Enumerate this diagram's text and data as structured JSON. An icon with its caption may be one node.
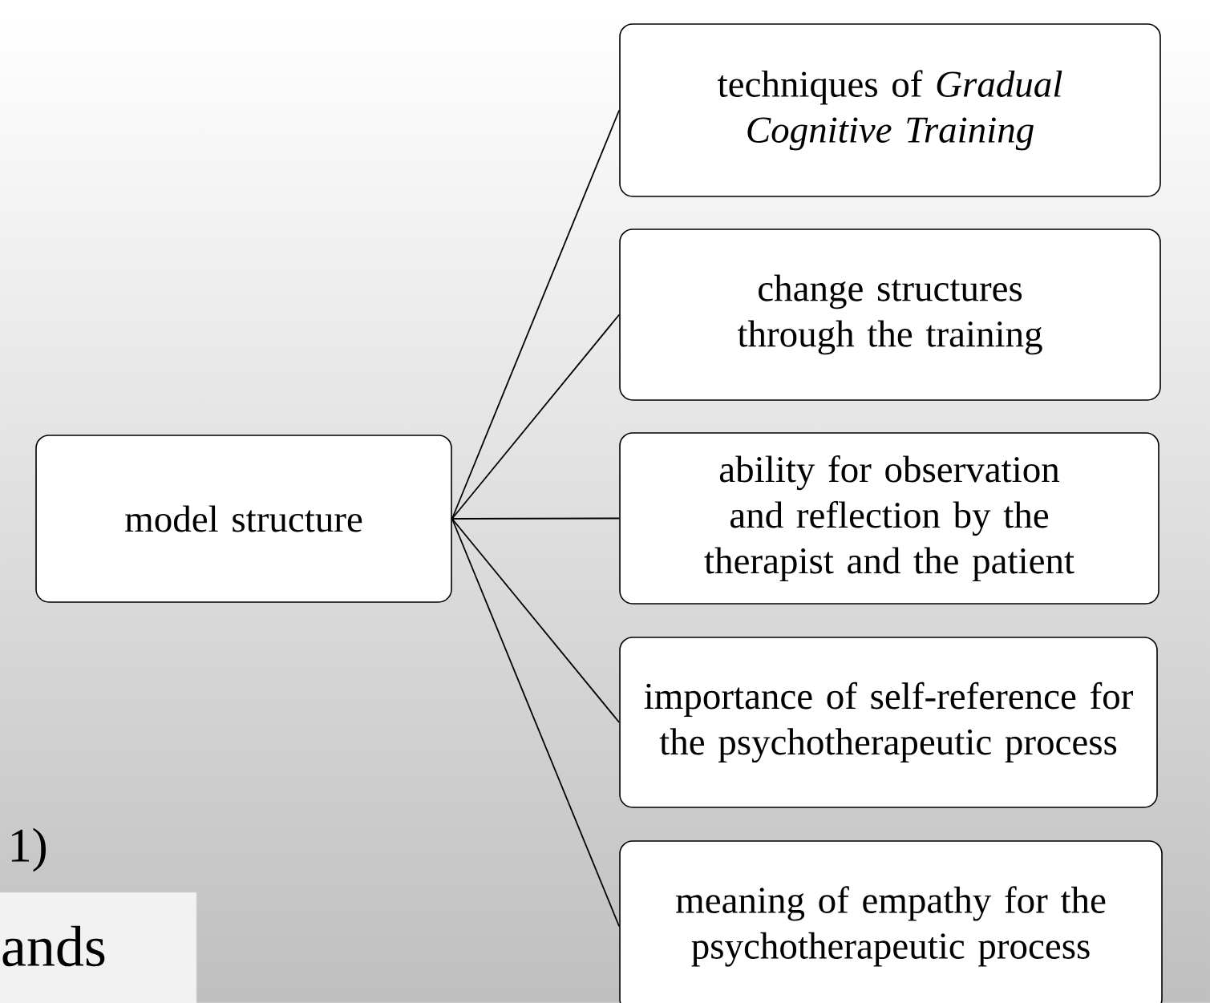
{
  "diagram": {
    "nodes": [
      {
        "text": [
          "model structure"
        ]
      },
      {
        "text": [
          "techniques of *Gradual Cognitive Training*"
        ]
      },
      {
        "text": [
          "change structures through the training"
        ]
      },
      {
        "text": [
          "ability for observation and reflection by the therapist and the patient"
        ]
      },
      {
        "text": [
          "importance of self-reference for the psychotherapeutic process"
        ]
      },
      {
        "text": [
          "meaning of empathy for the psychotherapeutic process"
        ]
      },
      {
        "text": [
          "ands"
        ]
      }
    ],
    "edges": [
      {
        "from": 0,
        "to": 1,
        "arrow": "none"
      },
      {
        "from": 0,
        "to": 2,
        "arrow": "none"
      },
      {
        "from": 0,
        "to": 3,
        "arrow": "none"
      },
      {
        "from": 0,
        "to": 4,
        "arrow": "none"
      },
      {
        "from": 0,
        "to": 5,
        "arrow": "none"
      }
    ],
    "labels": [
      "1)"
    ]
  }
}
